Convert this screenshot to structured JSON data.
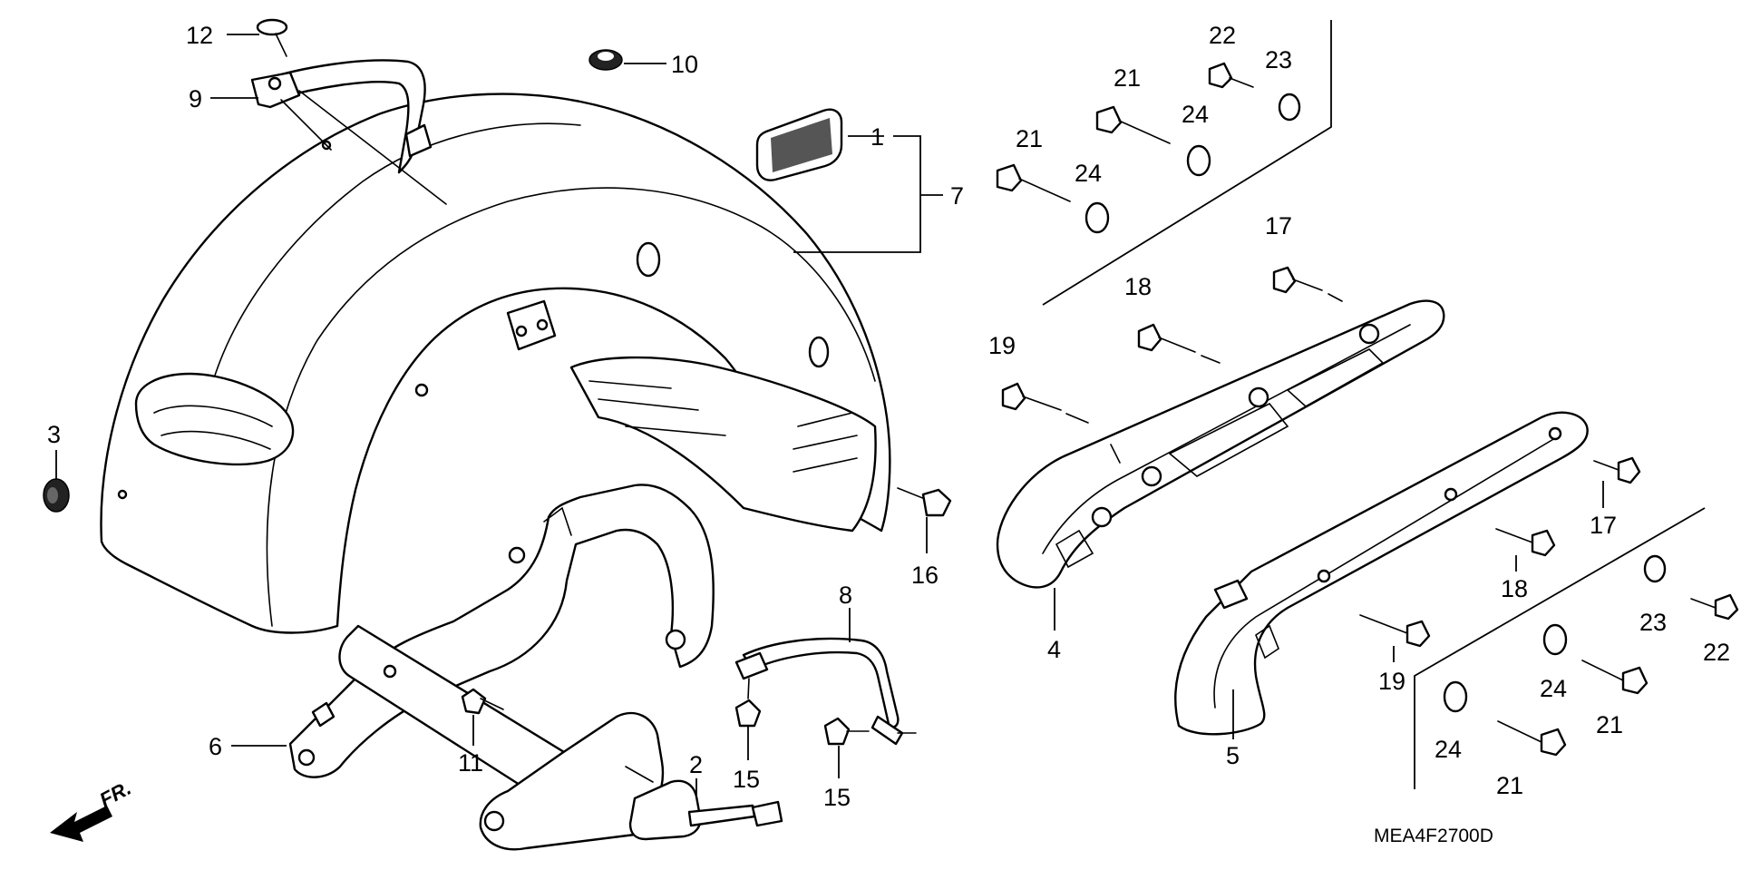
{
  "diagram": {
    "code": "MEA4F2700D",
    "front_marker": "FR.",
    "callouts": [
      {
        "key": "c12",
        "label": "12"
      },
      {
        "key": "c9",
        "label": "9"
      },
      {
        "key": "c10",
        "label": "10"
      },
      {
        "key": "c1",
        "label": "1"
      },
      {
        "key": "c7",
        "label": "7"
      },
      {
        "key": "c3",
        "label": "3"
      },
      {
        "key": "c16",
        "label": "16"
      },
      {
        "key": "c6",
        "label": "6"
      },
      {
        "key": "c11",
        "label": "11"
      },
      {
        "key": "c8",
        "label": "8"
      },
      {
        "key": "c2",
        "label": "2"
      },
      {
        "key": "c15a",
        "label": "15"
      },
      {
        "key": "c15b",
        "label": "15"
      },
      {
        "key": "c22a",
        "label": "22"
      },
      {
        "key": "c23a",
        "label": "23"
      },
      {
        "key": "c21a",
        "label": "21"
      },
      {
        "key": "c24a",
        "label": "24"
      },
      {
        "key": "c21b",
        "label": "21"
      },
      {
        "key": "c24b",
        "label": "24"
      },
      {
        "key": "c17a",
        "label": "17"
      },
      {
        "key": "c18a",
        "label": "18"
      },
      {
        "key": "c19a",
        "label": "19"
      },
      {
        "key": "c17b",
        "label": "17"
      },
      {
        "key": "c18b",
        "label": "18"
      },
      {
        "key": "c4",
        "label": "4"
      },
      {
        "key": "c19b",
        "label": "19"
      },
      {
        "key": "c5",
        "label": "5"
      },
      {
        "key": "c23b",
        "label": "23"
      },
      {
        "key": "c22b",
        "label": "22"
      },
      {
        "key": "c24c",
        "label": "24"
      },
      {
        "key": "c21c",
        "label": "21"
      },
      {
        "key": "c24d",
        "label": "24"
      },
      {
        "key": "c21d",
        "label": "21"
      }
    ]
  }
}
